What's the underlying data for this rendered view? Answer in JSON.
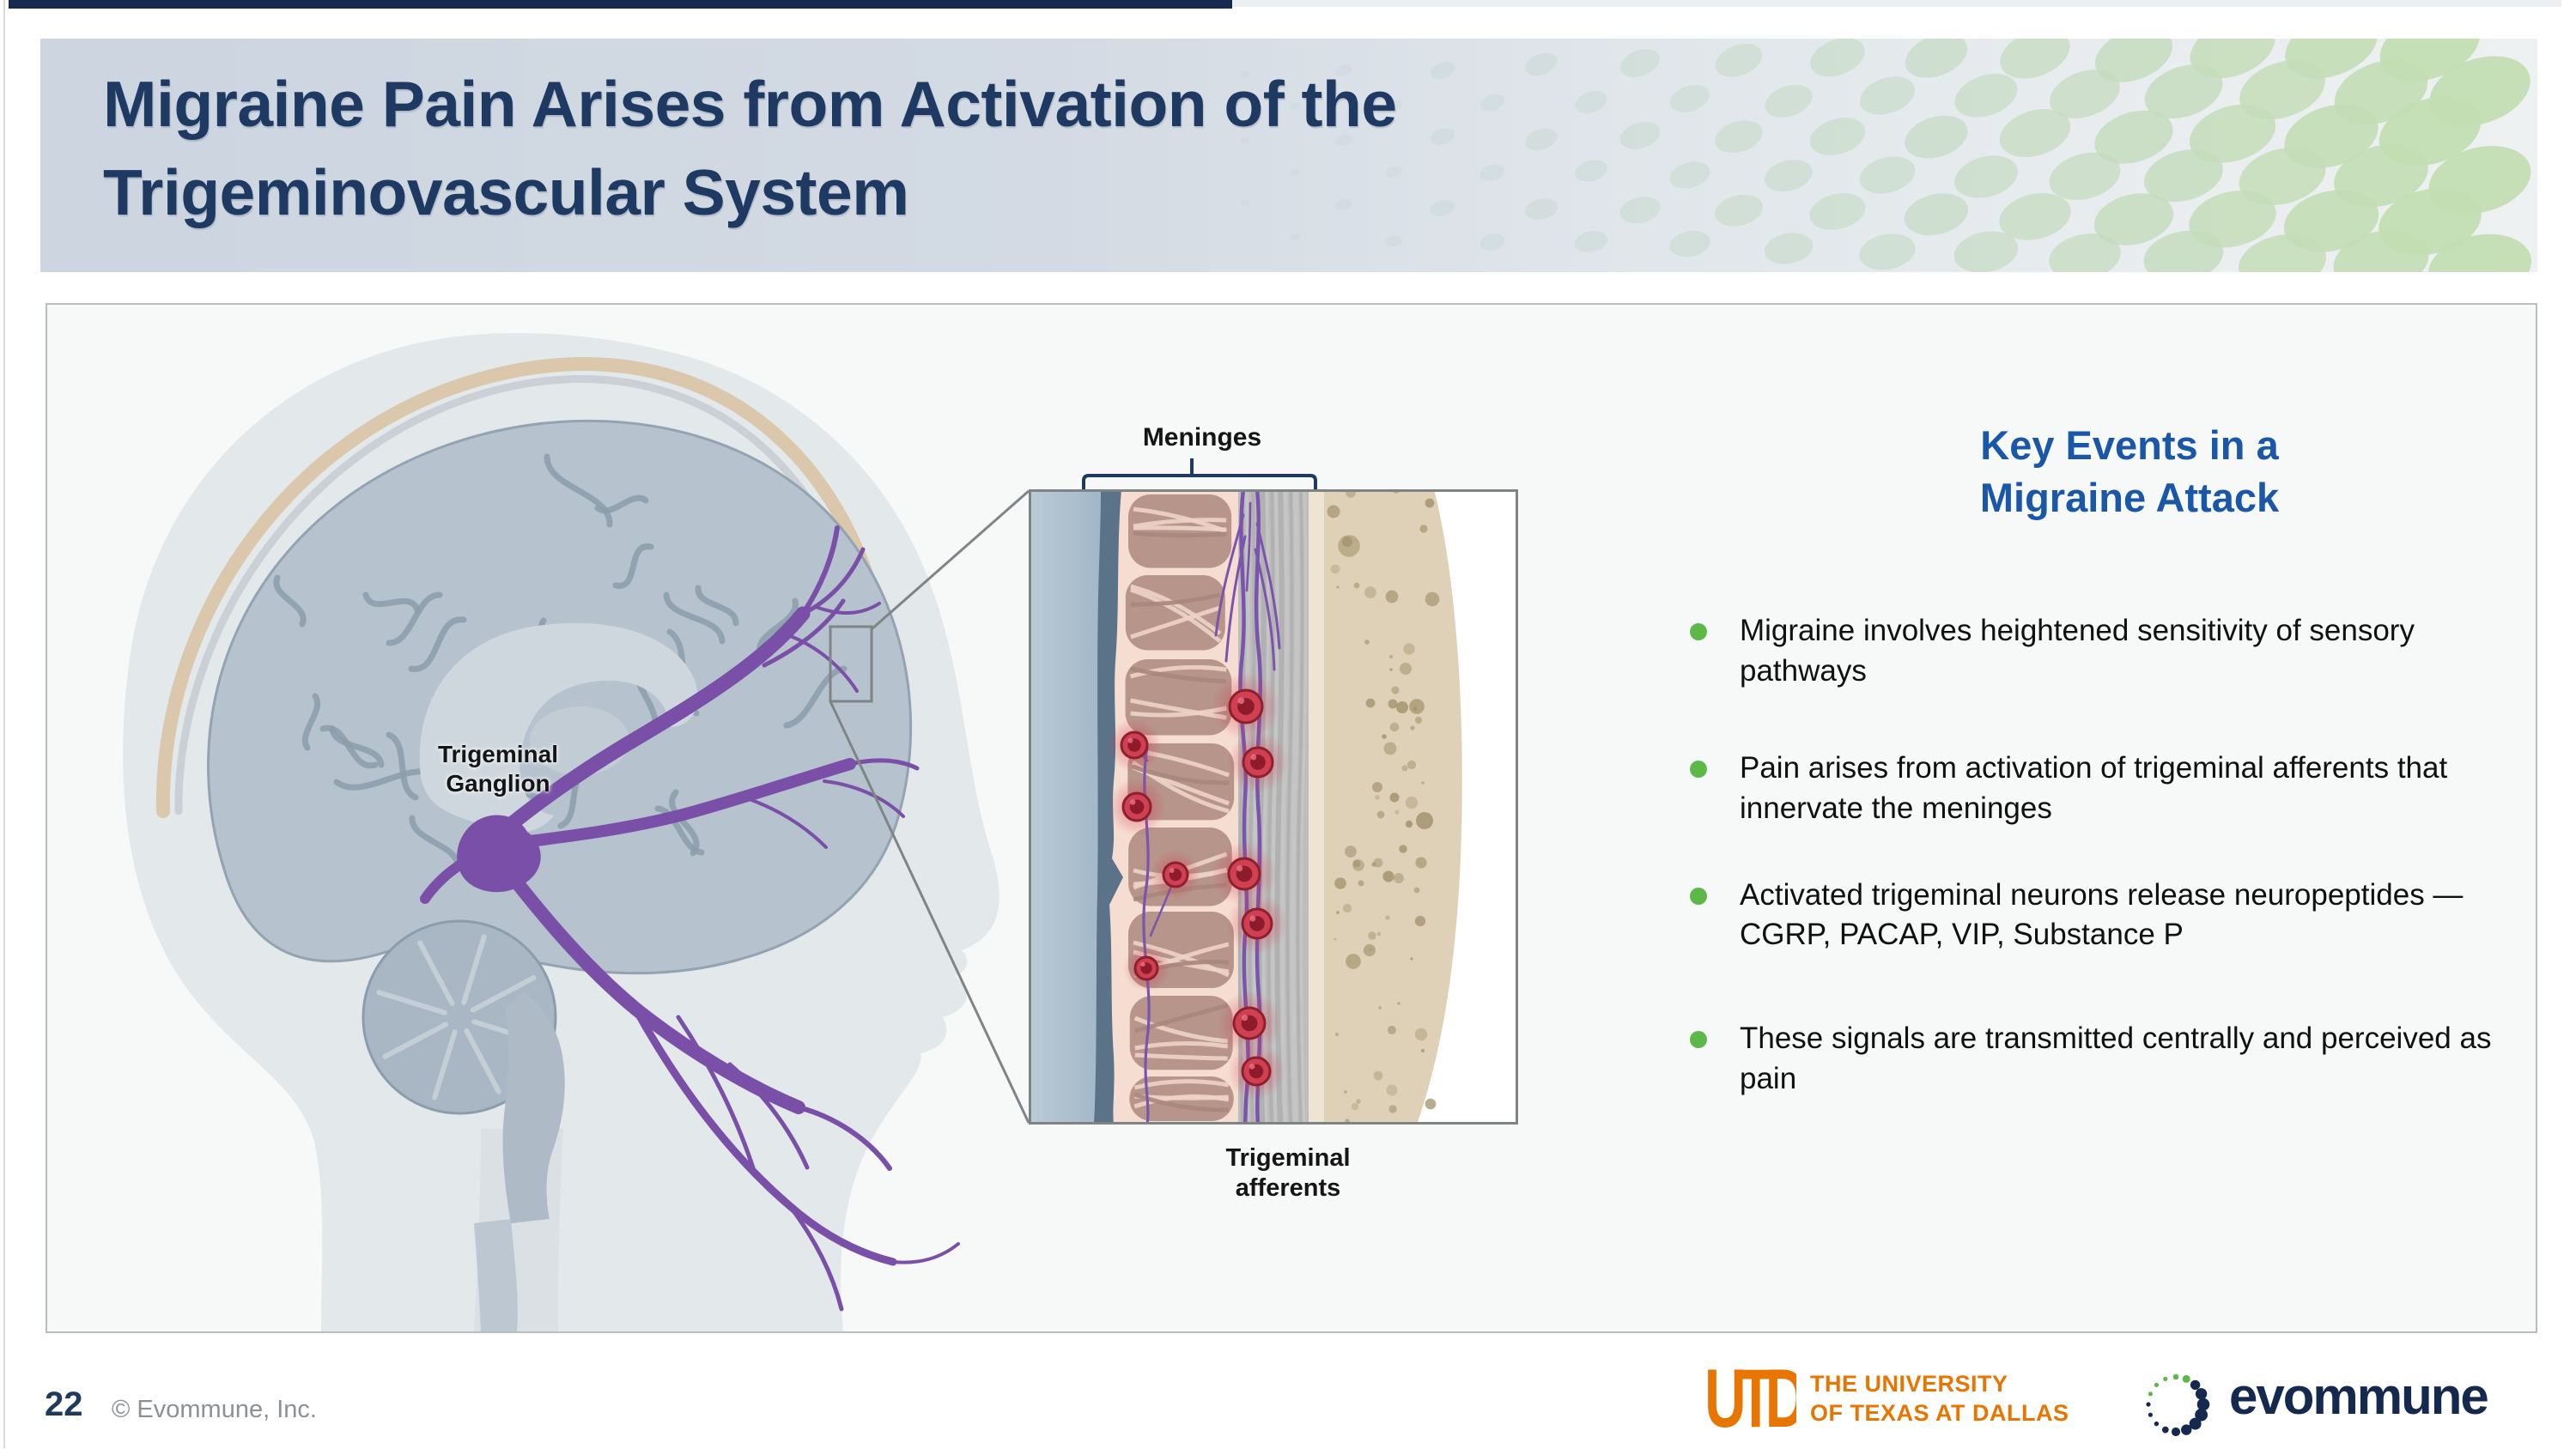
{
  "slide": {
    "title_line1": "Migraine Pain Arises from Activation of the",
    "title_line2": "Trigeminovascular System"
  },
  "diagram": {
    "brain_label_line1": "Trigeminal",
    "brain_label_line2": "Ganglion",
    "inset_top_label": "Meninges",
    "inset_bottom_label_line1": "Trigeminal",
    "inset_bottom_label_line2": "afferents"
  },
  "key_events": {
    "heading_line1": "Key Events in a",
    "heading_line2": "Migraine Attack",
    "bullets": [
      "Migraine involves heightened sensitivity of sensory pathways",
      "Pain arises from activation of trigeminal afferents that innervate the meninges",
      "Activated trigeminal neurons release neuropeptides — CGRP, PACAP, VIP, Substance P",
      "These signals are transmitted centrally and perceived as pain"
    ]
  },
  "footer": {
    "page_number": "22",
    "copyright": "© Evommune, Inc.",
    "utd_monogram": "UTD",
    "utd_name_line1": "THE UNIVERSITY",
    "utd_name_line2": "OF TEXAS AT DALLAS",
    "evommune_wordmark": "evommune"
  },
  "colors": {
    "title_navy": "#1e3a63",
    "accent_bar_navy": "#16294f",
    "heading_blue": "#1b57a8",
    "bullet_green": "#5cb847",
    "utd_orange": "#e87500",
    "evommune_navy": "#15294f",
    "nerve_purple": "#7a4fa8",
    "vessel_red": "#cf4152",
    "dot_blue_gray": "#ccd8df",
    "dot_green": "#c3ddb2"
  }
}
